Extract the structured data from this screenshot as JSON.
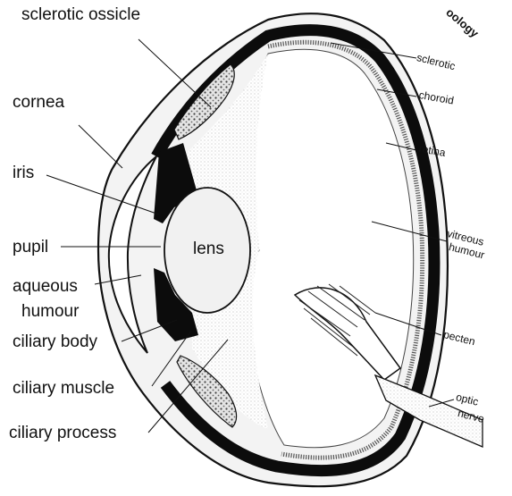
{
  "corner_fragment": "oology",
  "labels": {
    "sclerotic_ossicle": "sclerotic ossicle",
    "cornea": "cornea",
    "iris": "iris",
    "pupil": "pupil",
    "aqueous_humour_line1": "aqueous",
    "aqueous_humour_line2": "humour",
    "ciliary_body": "ciliary body",
    "ciliary_muscle": "ciliary muscle",
    "ciliary_process": "ciliary process",
    "lens": "lens",
    "sclerotic": "sclerotic",
    "choroid": "choroid",
    "retina": "retina",
    "vitreous_humour_line1": "vitreous",
    "vitreous_humour_line2": "humour",
    "pecten": "pecten",
    "optic_nerve_line1": "optic",
    "optic_nerve_line2": "nerve"
  }
}
